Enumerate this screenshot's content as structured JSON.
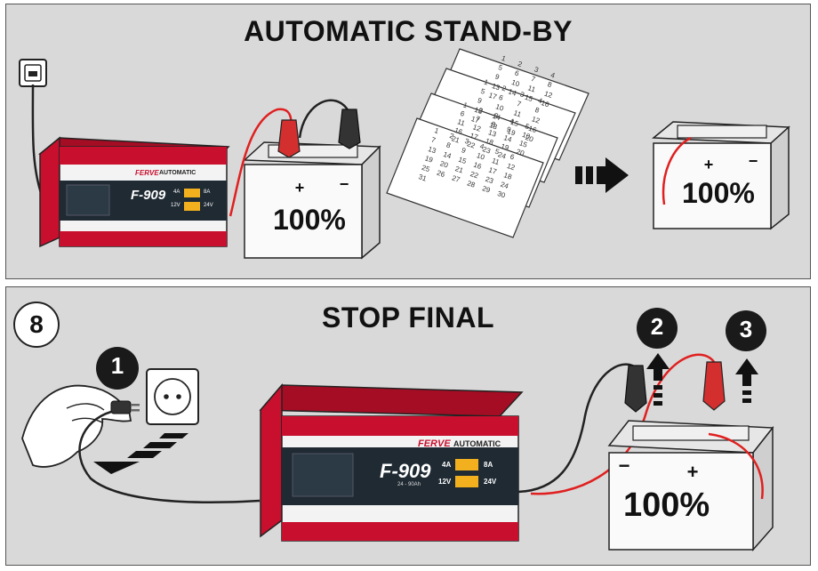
{
  "standby_panel": {
    "title": "AUTOMATIC STAND-BY",
    "charger": {
      "brand": "FERVE",
      "mode_label": "AUTOMATIC",
      "model": "F-909",
      "amp_low": "4A",
      "amp_high": "8A",
      "volt_low": "12V",
      "volt_high": "24V"
    },
    "battery_charge": "100%",
    "battery_after_charge": "100%",
    "calendar_pages": [
      [
        "1",
        "2",
        "3",
        "4",
        "5",
        "6",
        "7",
        "8",
        "9",
        "10",
        "11",
        "12",
        "13",
        "14",
        "15",
        "16",
        "17"
      ],
      [
        "1",
        "2",
        "3",
        "4",
        "5",
        "6",
        "7",
        "8",
        "9",
        "10",
        "11",
        "12",
        "13",
        "14",
        "15",
        "16",
        "17",
        "18",
        "19",
        "20"
      ],
      [
        "1",
        "2",
        "3",
        "4",
        "5",
        "6",
        "7",
        "8",
        "9",
        "10",
        "11",
        "12",
        "13",
        "14",
        "15",
        "16",
        "17",
        "18",
        "19",
        "20",
        "21",
        "22",
        "23",
        "24"
      ],
      [
        "1",
        "2",
        "3",
        "4",
        "5",
        "6",
        "7",
        "8",
        "9",
        "10",
        "11",
        "12",
        "13",
        "14",
        "15",
        "16",
        "17",
        "18",
        "19",
        "20",
        "21",
        "22",
        "23",
        "24",
        "25",
        "26",
        "27",
        "28",
        "29",
        "30",
        "31"
      ]
    ]
  },
  "stop_panel": {
    "step_number": "8",
    "title": "STOP FINAL",
    "charger": {
      "brand": "FERVE",
      "mode_label": "AUTOMATIC",
      "model": "F-909",
      "capacity": "24 - 90Ah",
      "amp_low": "4A",
      "amp_high": "8A",
      "volt_low": "12V",
      "volt_high": "24V"
    },
    "battery_charge": "100%",
    "substeps": [
      "1",
      "2",
      "3"
    ]
  },
  "colors": {
    "panel_bg": "#d9d9d9",
    "charger_red": "#c8102e",
    "charger_dark": "#1f2a33",
    "switch_yellow": "#f2b01e",
    "clamp_red": "#d32f2f",
    "clamp_black": "#333333",
    "cable_red": "#e02020"
  }
}
